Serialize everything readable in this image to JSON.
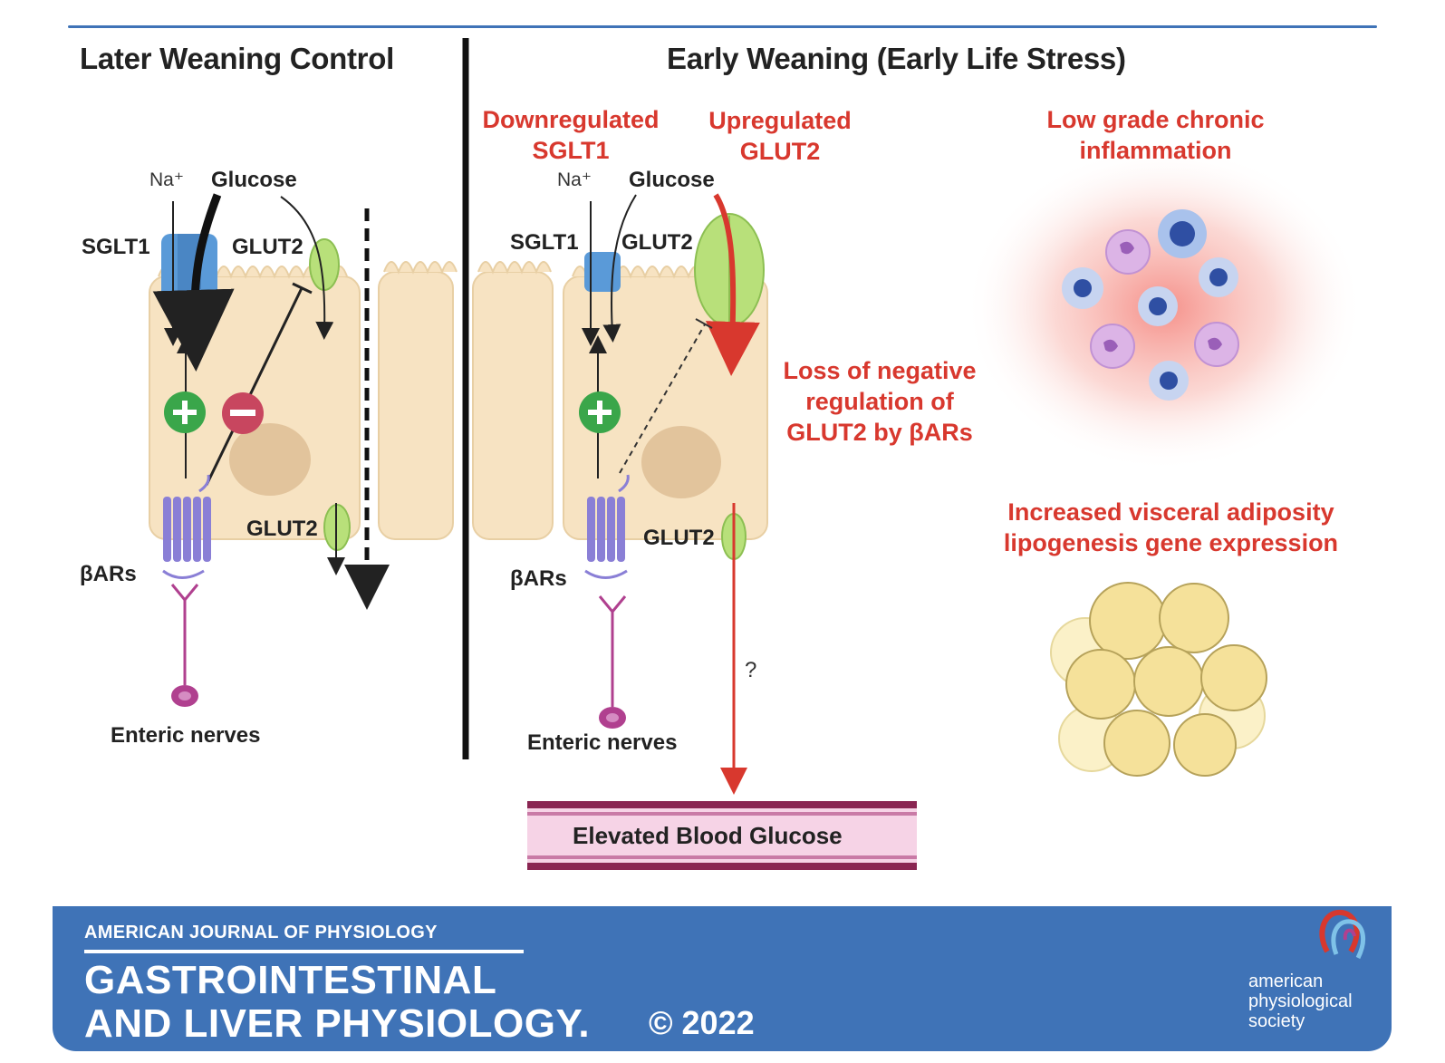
{
  "left_panel": {
    "heading": "Later Weaning Control",
    "na_label": "Na⁺",
    "glucose_label": "Glucose",
    "sglt1_label": "SGLT1",
    "glut2_top_label": "GLUT2",
    "glut2_bottom_label": "GLUT2",
    "bars_label": "βARs",
    "enteric_label": "Enteric nerves"
  },
  "right_panel": {
    "heading": "Early Weaning (Early Life Stress)",
    "downregulated_label": "Downregulated SGLT1",
    "upregulated_label": "Upregulated GLUT2",
    "na_label": "Na⁺",
    "glucose_label": "Glucose",
    "sglt1_label": "SGLT1",
    "glut2_top_label": "GLUT2",
    "glut2_bottom_label": "GLUT2",
    "bars_label": "βARs",
    "enteric_label": "Enteric nerves",
    "loss_label": "Loss of negative regulation of GLUT2 by βARs",
    "question_mark": "?",
    "blood_label": "Elevated Blood Glucose"
  },
  "side_panel": {
    "inflammation_label": "Low grade chronic inflammation",
    "adiposity_label": "Increased visceral adiposity lipogenesis gene expression"
  },
  "banner": {
    "journal": "AMERICAN JOURNAL OF PHYSIOLOGY",
    "title_line1": "GASTROINTESTINAL",
    "title_line2": "AND LIVER PHYSIOLOGY.",
    "copyright": "© 2022",
    "society_line1": "american",
    "society_line2": "physiological",
    "society_line3": "society"
  },
  "colors": {
    "cell": "#f7e3c2",
    "cell_border": "#e8cfa4",
    "nucleus": "#e2c49c",
    "sglt1": "#5a9ad8",
    "glut2": "#b8e07a",
    "receptor": "#8a7fd6",
    "nerve": "#b0408f",
    "plus": "#3aa64a",
    "minus": "#c8465f",
    "red_text": "#d8382e",
    "banner": "#3f73b7",
    "vessel": "#8a2552",
    "vessel_fill": "#f6d3e6"
  }
}
